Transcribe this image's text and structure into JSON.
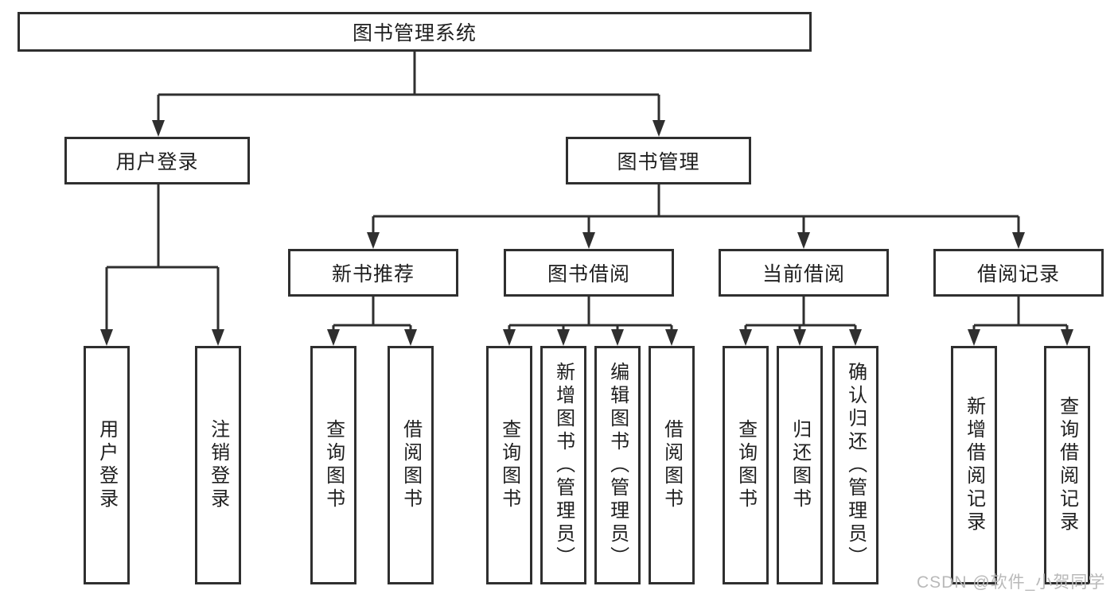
{
  "diagram": {
    "root": {
      "label": "图书管理系统"
    },
    "level2": [
      {
        "label": "用户登录"
      },
      {
        "label": "图书管理"
      }
    ],
    "level3": [
      {
        "label": "新书推荐"
      },
      {
        "label": "图书借阅"
      },
      {
        "label": "当前借阅"
      },
      {
        "label": "借阅记录"
      }
    ],
    "leaves": {
      "login": [
        "用户登录",
        "注销登录"
      ],
      "recommend": [
        "查询图书",
        "借阅图书"
      ],
      "borrow": [
        "查询图书",
        "新增图书（管理员）",
        "编辑图书（管理员）",
        "借阅图书"
      ],
      "current": [
        "查询图书",
        "归还图书",
        "确认归还（管理员）"
      ],
      "records": [
        "新增借阅记录",
        "查询借阅记录"
      ]
    },
    "watermark": "CSDN @软件_小贺同学",
    "colors": {
      "line": "#2f2f2f",
      "text": "#1f1f1f",
      "watermark": "#b9b9b9",
      "background": "#ffffff"
    }
  }
}
